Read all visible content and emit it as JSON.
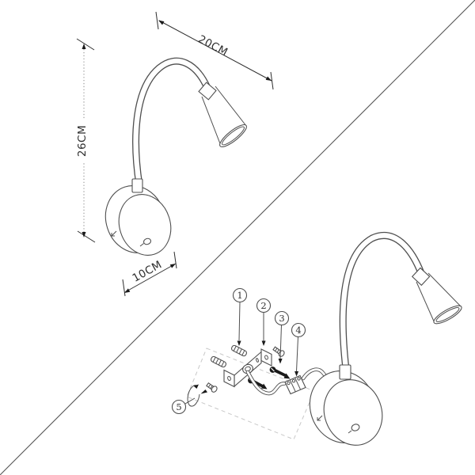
{
  "diagram": {
    "dimension_view": {
      "width_label": "20CM",
      "height_label": "26CM",
      "base_width_label": "10CM"
    },
    "exploded_view": {
      "callouts": [
        {
          "label": "1"
        },
        {
          "label": "2"
        },
        {
          "label": "3"
        },
        {
          "label": "4"
        },
        {
          "label": "5"
        }
      ]
    },
    "palette": {
      "line": "#4f4f4f",
      "dimension_line": "#2f2f2f",
      "dashed_guide": "#c8c8c8",
      "solid_black": "#1a1a1a",
      "background": "#ffffff"
    }
  }
}
